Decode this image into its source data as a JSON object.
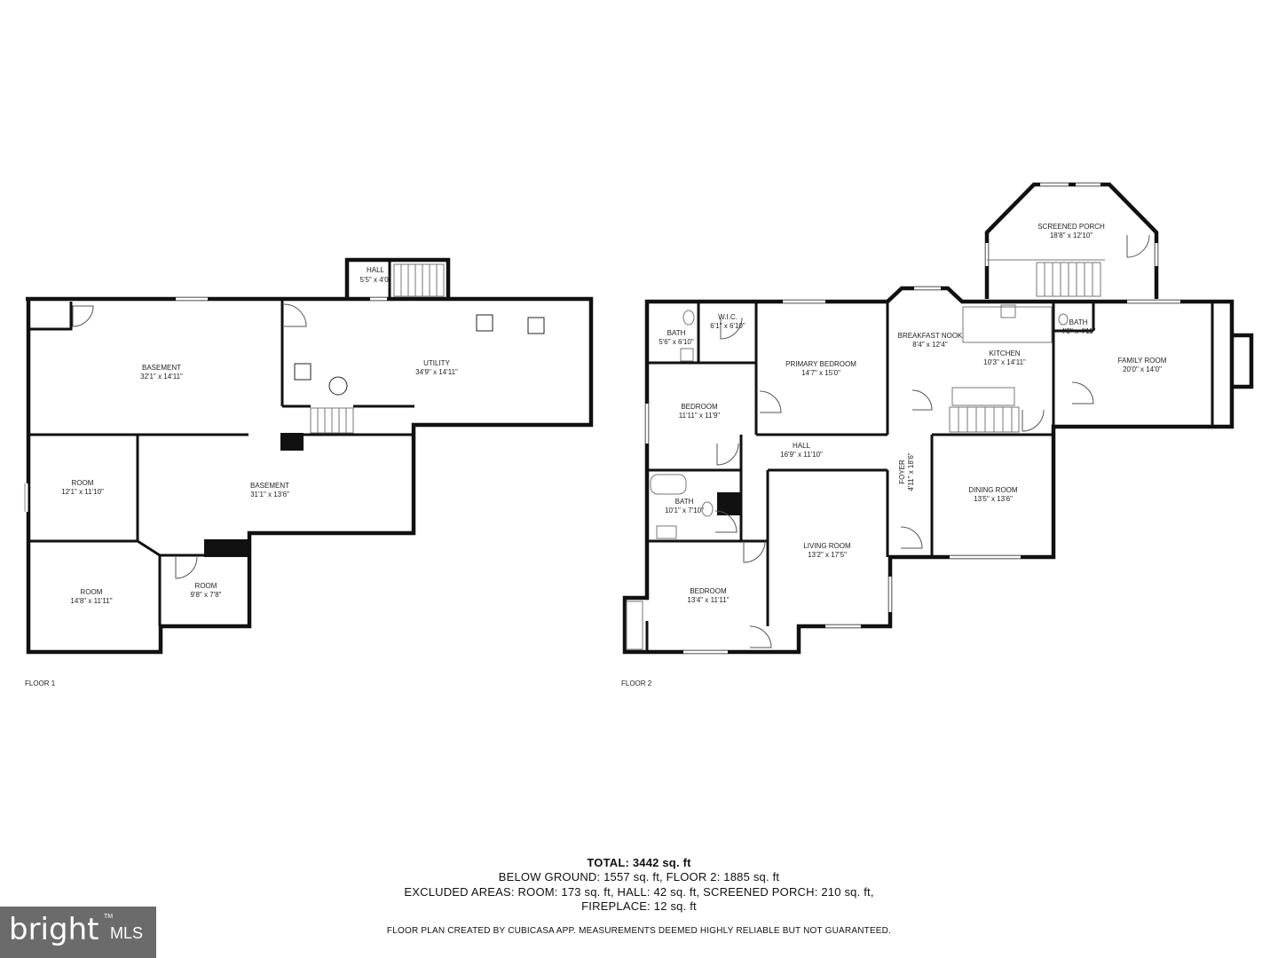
{
  "floors": [
    {
      "label": "FLOOR 1",
      "rooms": [
        {
          "name": "HALL",
          "dims": "5'5\" x 4'0\""
        },
        {
          "name": "BASEMENT",
          "dims": "32'1\" x 14'11\""
        },
        {
          "name": "UTILITY",
          "dims": "34'9\" x 14'11\""
        },
        {
          "name": "ROOM",
          "dims": "12'1\" x 11'10\""
        },
        {
          "name": "BASEMENT",
          "dims": "31'1\" x 13'6\""
        },
        {
          "name": "ROOM",
          "dims": "14'8\" x 11'11\""
        },
        {
          "name": "ROOM",
          "dims": "9'8\" x 7'8\""
        }
      ]
    },
    {
      "label": "FLOOR 2",
      "rooms": [
        {
          "name": "SCREENED PORCH",
          "dims": "18'8\" x 12'10\""
        },
        {
          "name": "BATH",
          "dims": "5'6\" x 6'10\""
        },
        {
          "name": "W.I.C.",
          "dims": "6'1\" x 6'10\""
        },
        {
          "name": "PRIMARY BEDROOM",
          "dims": "14'7\" x 15'0\""
        },
        {
          "name": "BREAKFAST NOOK",
          "dims": "8'4\" x 12'4\""
        },
        {
          "name": "KITCHEN",
          "dims": "10'3\" x 14'11\""
        },
        {
          "name": "BATH",
          "dims": "4'3\" x 4'11\""
        },
        {
          "name": "FAMILY ROOM",
          "dims": "20'0\" x 14'0\""
        },
        {
          "name": "BEDROOM",
          "dims": "11'11\" x 11'9\""
        },
        {
          "name": "HALL",
          "dims": "16'9\" x 11'10\""
        },
        {
          "name": "FOYER",
          "dims": "4'11\" x 18'6\""
        },
        {
          "name": "BATH",
          "dims": "10'1\" x 7'10\""
        },
        {
          "name": "DINING ROOM",
          "dims": "13'5\" x 13'6\""
        },
        {
          "name": "LIVING ROOM",
          "dims": "13'2\" x 17'5\""
        },
        {
          "name": "BEDROOM",
          "dims": "13'4\" x 11'11\""
        }
      ]
    }
  ],
  "summary": {
    "total": "TOTAL: 3442 sq. ft",
    "below": "BELOW GROUND: 1557 sq. ft, FLOOR 2: 1885 sq. ft",
    "excluded": "EXCLUDED AREAS: ROOM: 173 sq. ft, HALL: 42 sq. ft, SCREENED PORCH: 210 sq. ft,",
    "fireplace": "FIREPLACE: 12 sq. ft",
    "disclaimer": "FLOOR PLAN CREATED BY CUBICASA APP. MEASUREMENTS DEEMED HIGHLY RELIABLE BUT NOT GUARANTEED."
  },
  "logo": {
    "brand": "bright",
    "suffix": "MLS",
    "mark": "TM"
  }
}
